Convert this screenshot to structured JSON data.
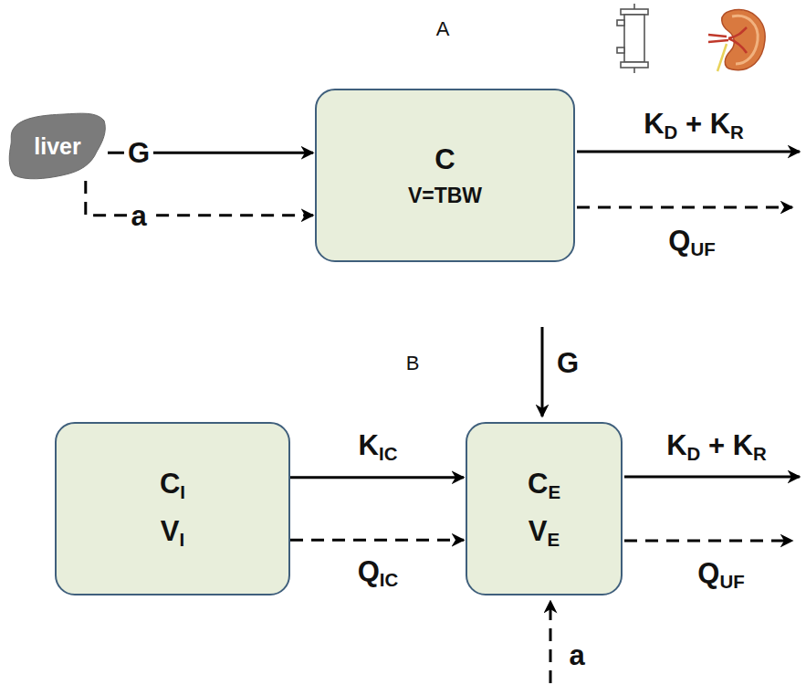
{
  "diagram": {
    "nodes": [
      {
        "text": [
          "liver"
        ]
      },
      {
        "text": [
          "C",
          "V=TBW"
        ]
      },
      {
        "text": [
          "CI",
          "VI"
        ]
      },
      {
        "text": [
          "CE",
          "VE"
        ]
      }
    ],
    "edges": [
      {
        "from": 0,
        "to": 1,
        "arrow": "to",
        "label": "G"
      },
      {
        "from": 0,
        "to": 1,
        "arrow": "to",
        "label": "a"
      },
      {
        "from": 2,
        "to": 3,
        "arrow": "to",
        "label": "KIC"
      },
      {
        "from": 2,
        "to": 3,
        "arrow": "to",
        "label": "QIC"
      }
    ],
    "labels": [
      "A",
      "KD + KR",
      "QUF",
      "B",
      "G",
      "a",
      "KD + KR",
      "QUF"
    ]
  }
}
